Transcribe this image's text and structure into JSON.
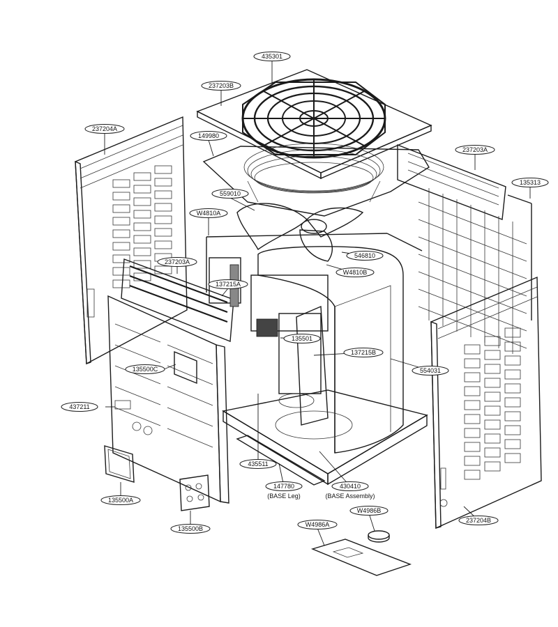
{
  "colors": {
    "line": "#1a1a1a",
    "background": "#ffffff"
  },
  "callouts": [
    {
      "id": "435301",
      "label": "435301"
    },
    {
      "id": "237203B",
      "label": "237203B"
    },
    {
      "id": "237204A",
      "label": "237204A"
    },
    {
      "id": "149980",
      "label": "149980"
    },
    {
      "id": "237203A-right",
      "label": "237203A"
    },
    {
      "id": "135313",
      "label": "135313"
    },
    {
      "id": "559010",
      "label": "559010"
    },
    {
      "id": "W4810A",
      "label": "W4810A"
    },
    {
      "id": "546810",
      "label": "546810"
    },
    {
      "id": "237203A-front",
      "label": "237203A"
    },
    {
      "id": "W4810B",
      "label": "W4810B"
    },
    {
      "id": "137215A",
      "label": "137215A"
    },
    {
      "id": "135501",
      "label": "135501"
    },
    {
      "id": "137215B",
      "label": "137215B"
    },
    {
      "id": "135500C",
      "label": "135500C"
    },
    {
      "id": "554031",
      "label": "554031"
    },
    {
      "id": "437211",
      "label": "437211"
    },
    {
      "id": "435511",
      "label": "435511"
    },
    {
      "id": "147780",
      "label": "147780",
      "sublabel": "(BASE Leg)"
    },
    {
      "id": "430410",
      "label": "430410",
      "sublabel": "(BASE Assembly)"
    },
    {
      "id": "135500A",
      "label": "135500A"
    },
    {
      "id": "135500B",
      "label": "135500B"
    },
    {
      "id": "W4986A",
      "label": "W4986A"
    },
    {
      "id": "W4986B",
      "label": "W4986B"
    },
    {
      "id": "237204B",
      "label": "237204B"
    }
  ]
}
